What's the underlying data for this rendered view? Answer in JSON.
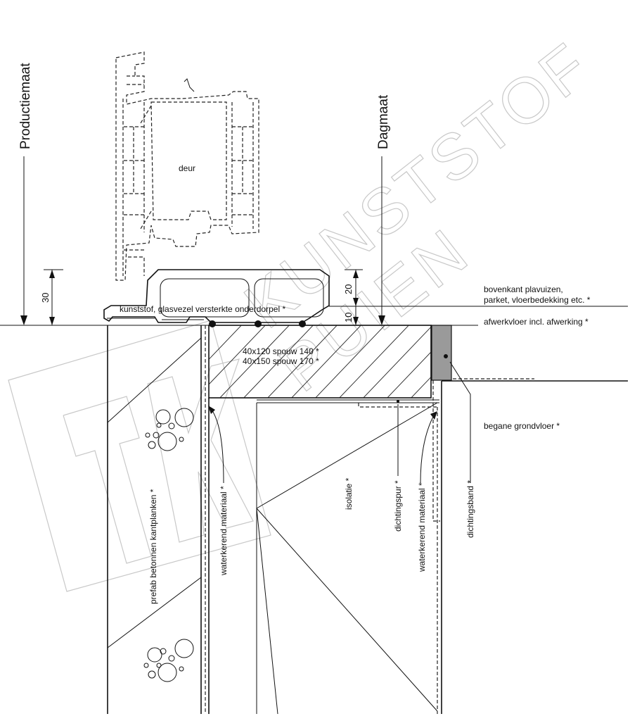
{
  "dimensions": {
    "productiemaat": "Productiemaat",
    "dagmaat": "Dagmaat",
    "d30": "30",
    "d20": "20",
    "d10": "10"
  },
  "labels": {
    "deur": "deur",
    "onderdorpel": "kunststof, glasvezel versterkte  onderdorpel *",
    "spouw1": "40x120 spouw 140 *",
    "spouw2": "40x150 spouw 170 *",
    "bovenkant1": "bovenkant plavuizen,",
    "bovenkant2": "parket, vloerbedekking etc. *",
    "afwerkvloer": "afwerkvloer incl. afwerking *",
    "begane": "begane grondvloer *",
    "prefab": "prefab betonnen kantplanken *",
    "waterkerend_left": "waterkerend materiaal *",
    "isolatie": "isolatie *",
    "dichtingspur": "dichtingspur *",
    "waterkerend_right": "waterkerend materiaal *",
    "dichtingsband": "dichtingsband *"
  },
  "watermark": {
    "letters_big": "TK",
    "word1": "KUNSTSTOF",
    "word2": "PUIEN"
  },
  "colors": {
    "watermark": "#c8c8c8",
    "band_fill": "#9a9a9a"
  }
}
